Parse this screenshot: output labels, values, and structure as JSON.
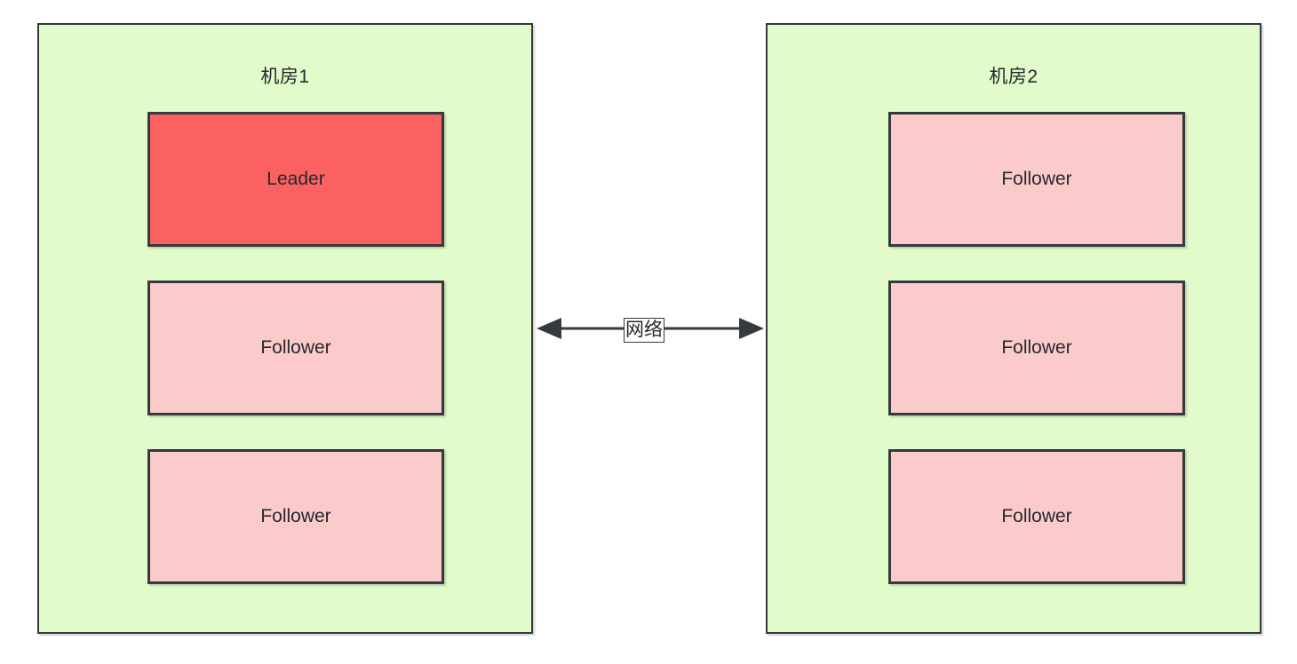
{
  "diagram": {
    "type": "deployment-topology",
    "background_color": "#FFFFFF",
    "zones": [
      {
        "id": "zone-1",
        "title": "机房1",
        "fill_color": "#E2FBCB",
        "border_color": "#36393D",
        "nodes": [
          {
            "id": "node-leader-1",
            "label": "Leader",
            "role": "leader",
            "fill_color": "#FA6160"
          },
          {
            "id": "node-follower-1",
            "label": "Follower",
            "role": "follower",
            "fill_color": "#FBCBCB"
          },
          {
            "id": "node-follower-2",
            "label": "Follower",
            "role": "follower",
            "fill_color": "#FBCBCB"
          }
        ]
      },
      {
        "id": "zone-2",
        "title": "机房2",
        "fill_color": "#E2FBCB",
        "border_color": "#36393D",
        "nodes": [
          {
            "id": "node-follower-3",
            "label": "Follower",
            "role": "follower",
            "fill_color": "#FBCBCB"
          },
          {
            "id": "node-follower-4",
            "label": "Follower",
            "role": "follower",
            "fill_color": "#FBCBCB"
          },
          {
            "id": "node-follower-5",
            "label": "Follower",
            "role": "follower",
            "fill_color": "#FBCBCB"
          }
        ]
      }
    ],
    "connector": {
      "id": "connector-network",
      "label": "网络",
      "direction": "bidirectional",
      "line_color": "#36393D",
      "label_background": "#FFFFFF"
    }
  }
}
